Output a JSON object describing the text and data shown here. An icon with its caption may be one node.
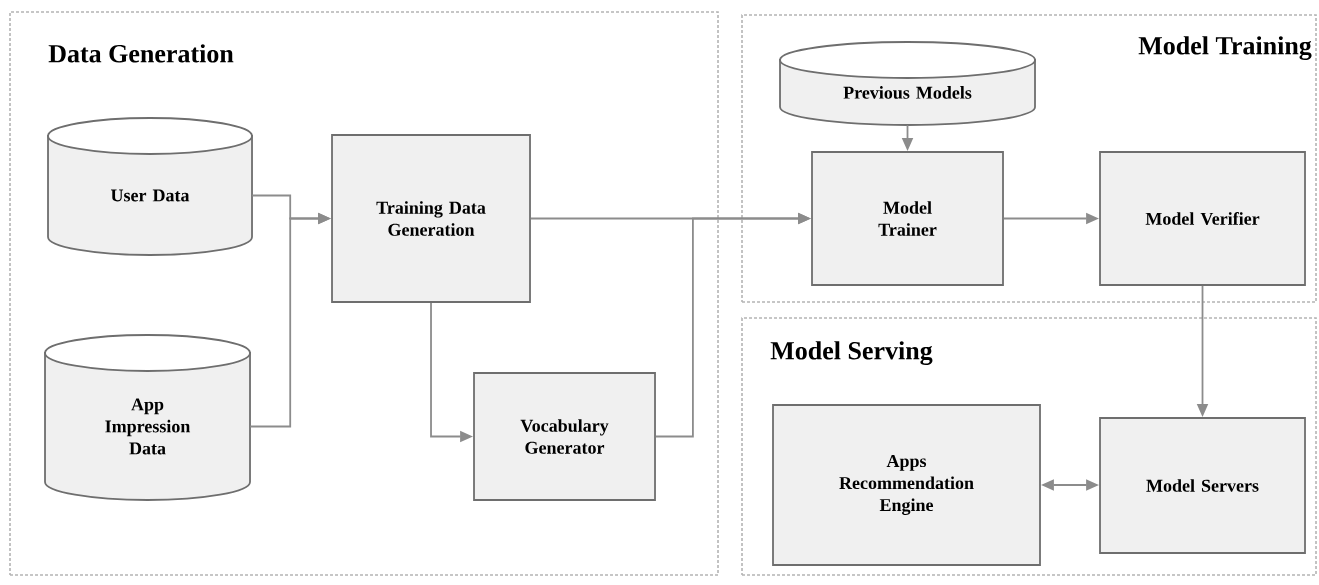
{
  "diagram": {
    "nodes": [
      {
        "text": [
          "Data Generation"
        ]
      },
      {
        "text": [
          "User Data"
        ],
        "in": 0
      },
      {
        "text": [
          "App Impression Data"
        ],
        "in": 0
      },
      {
        "text": [
          "Training Data Generation"
        ],
        "in": 0
      },
      {
        "text": [
          "Vocabulary Generator"
        ],
        "in": 0
      },
      {
        "text": [
          "Model Training"
        ]
      },
      {
        "text": [
          "Previous Models"
        ],
        "in": 5
      },
      {
        "text": [
          "Model Trainer"
        ],
        "in": 5
      },
      {
        "text": [
          "Model Verifier"
        ],
        "in": 5
      },
      {
        "text": [
          "Model Serving"
        ]
      },
      {
        "text": [
          "Apps Recommendation Engine"
        ],
        "in": 9
      },
      {
        "text": [
          "Model Servers"
        ],
        "in": 9
      }
    ],
    "edges": [
      {
        "from": 1,
        "to": 3,
        "arrow": "to"
      },
      {
        "from": 2,
        "to": 3,
        "arrow": "to"
      },
      {
        "from": 3,
        "to": 7,
        "arrow": "to"
      },
      {
        "from": 4,
        "to": 7,
        "arrow": "to"
      },
      {
        "from": 3,
        "to": 4,
        "arrow": "to"
      },
      {
        "from": 6,
        "to": 7,
        "arrow": "to"
      },
      {
        "from": 7,
        "to": 8,
        "arrow": "to"
      },
      {
        "from": 8,
        "to": 11,
        "arrow": "to"
      },
      {
        "from": 10,
        "to": 11,
        "arrow": "both"
      }
    ]
  }
}
